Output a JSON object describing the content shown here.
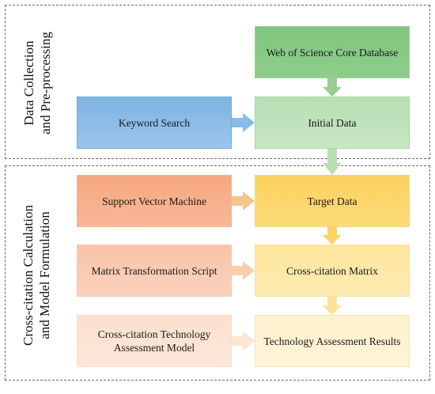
{
  "sections": {
    "top_label": [
      "Data Collection",
      "and Pre-processing"
    ],
    "bottom_label": [
      "Cross-citation Calculation",
      "and Model Formulation"
    ]
  },
  "boxes": {
    "web_of_science": "Web of Science Core Database",
    "initial_data": "Initial Data",
    "keyword_search": "Keyword Search",
    "support_vector_machine": "Support Vector Machine",
    "target_data": "Target Data",
    "matrix_transformation_script": "Matrix Transformation Script",
    "cross_citation_matrix": "Cross-citation Matrix",
    "cross_citation_model": "Cross-citation Technology Assessment Model",
    "technology_assessment_results": "Technology Assessment Results"
  },
  "colors": {
    "green_dark": "#7fc57d",
    "green_light": "#b7deb3",
    "blue": "#7eb4e4",
    "orange": "#f6a77f",
    "yellow": "#fbd25e",
    "peach": "#f9c4a8",
    "light_yellow": "#fde59c",
    "pale_peach": "#fcdfce",
    "pale_yellow": "#fef1cc"
  }
}
